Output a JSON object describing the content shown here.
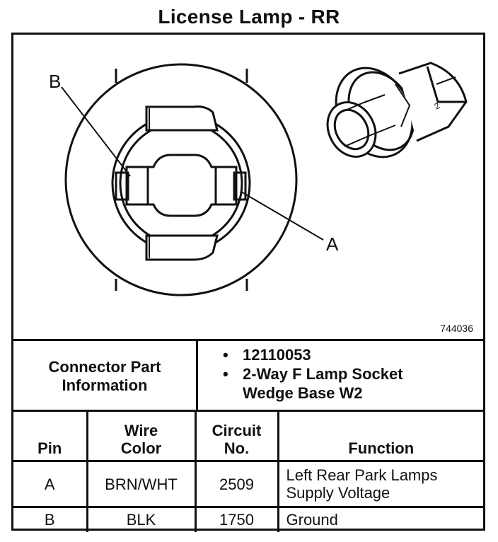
{
  "title": "License Lamp - RR",
  "figure": {
    "callouts": [
      "B",
      "A"
    ],
    "ref_code": "744036"
  },
  "connector": {
    "label_line1": "Connector Part",
    "label_line2": "Information",
    "items": [
      "12110053",
      "2-Way F Lamp Socket",
      "Wedge Base W2"
    ],
    "bullet": "•"
  },
  "table": {
    "headers": {
      "pin": "Pin",
      "wire_line1": "Wire",
      "wire_line2": "Color",
      "circuit_line1": "Circuit",
      "circuit_line2": "No.",
      "function": "Function"
    },
    "rows": [
      {
        "pin": "A",
        "color": "BRN/WHT",
        "circuit": "2509",
        "function_line1": "Left Rear Park Lamps",
        "function_line2": "Supply Voltage"
      },
      {
        "pin": "B",
        "color": "BLK",
        "circuit": "1750",
        "function_line1": "Ground",
        "function_line2": ""
      }
    ]
  }
}
